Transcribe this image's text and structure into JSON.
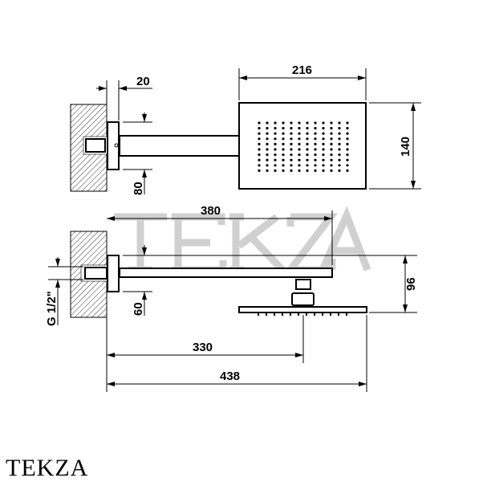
{
  "watermark": "TEKZA",
  "logo": "TEKZA",
  "top_view": {
    "dim_plate_depth": "20",
    "dim_plate_height": "80",
    "dim_head_width": "216",
    "dim_head_height": "140"
  },
  "side_view": {
    "dim_arm_length": "380",
    "dim_plate_height": "60",
    "dim_thread": "G 1/2\"",
    "dim_drop": "96",
    "dim_center": "330",
    "dim_total": "438"
  }
}
